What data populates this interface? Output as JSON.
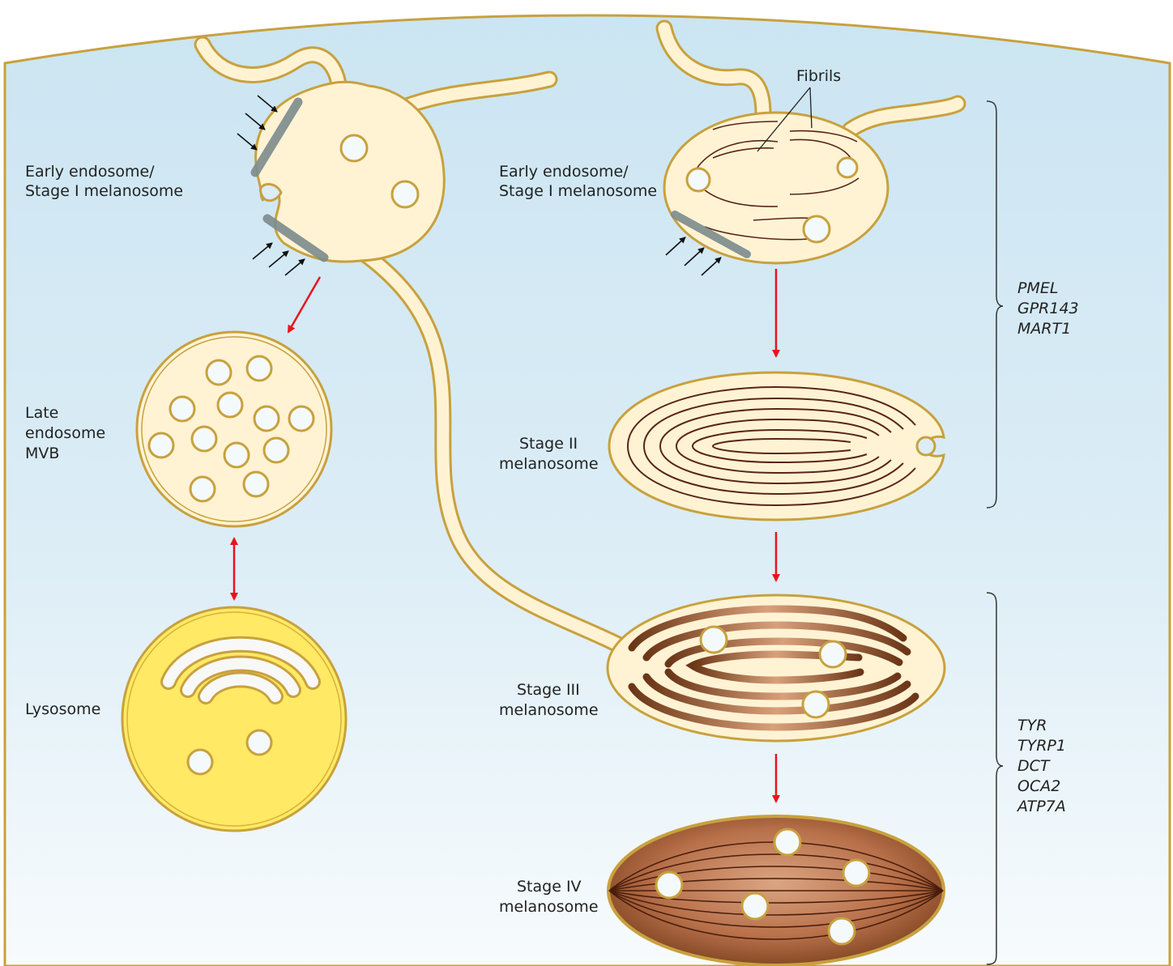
{
  "labels": {
    "early_endosome_left_line1": "Early endosome/",
    "early_endosome_left_line2": "Stage I melanosome",
    "early_endosome_right_line1": "Early endosome/",
    "early_endosome_right_line2": "Stage I melanosome",
    "fibrils": "Fibrils",
    "late_endosome_line1": "Late",
    "late_endosome_line2": "endosome",
    "late_endosome_line3": "MVB",
    "lysosome": "Lysosome",
    "stage2_line1": "Stage II",
    "stage2_line2": "melanosome",
    "stage3_line1": "Stage III",
    "stage3_line2": "melanosome",
    "stage4_line1": "Stage IV",
    "stage4_line2": "melanosome"
  },
  "gene_groups": {
    "early_stage_genes": [
      "PMEL",
      "GPR143",
      "MART1"
    ],
    "late_stage_genes": [
      "TYR",
      "TYRP1",
      "DCT",
      "OCA2",
      "ATP7A"
    ]
  },
  "colors": {
    "cytoplasm_top": "#cde6f2",
    "cytoplasm_bottom": "#f6fafd",
    "membrane": "#c8a13e",
    "organelle_fill": "#fff3d4",
    "lysosome_fill": "#ffe965",
    "arrow_red": "#e8141c",
    "fibril_brown": "#5a2418",
    "melanin_dark": "#6b3617",
    "melanin_light": "#d9a37e"
  }
}
